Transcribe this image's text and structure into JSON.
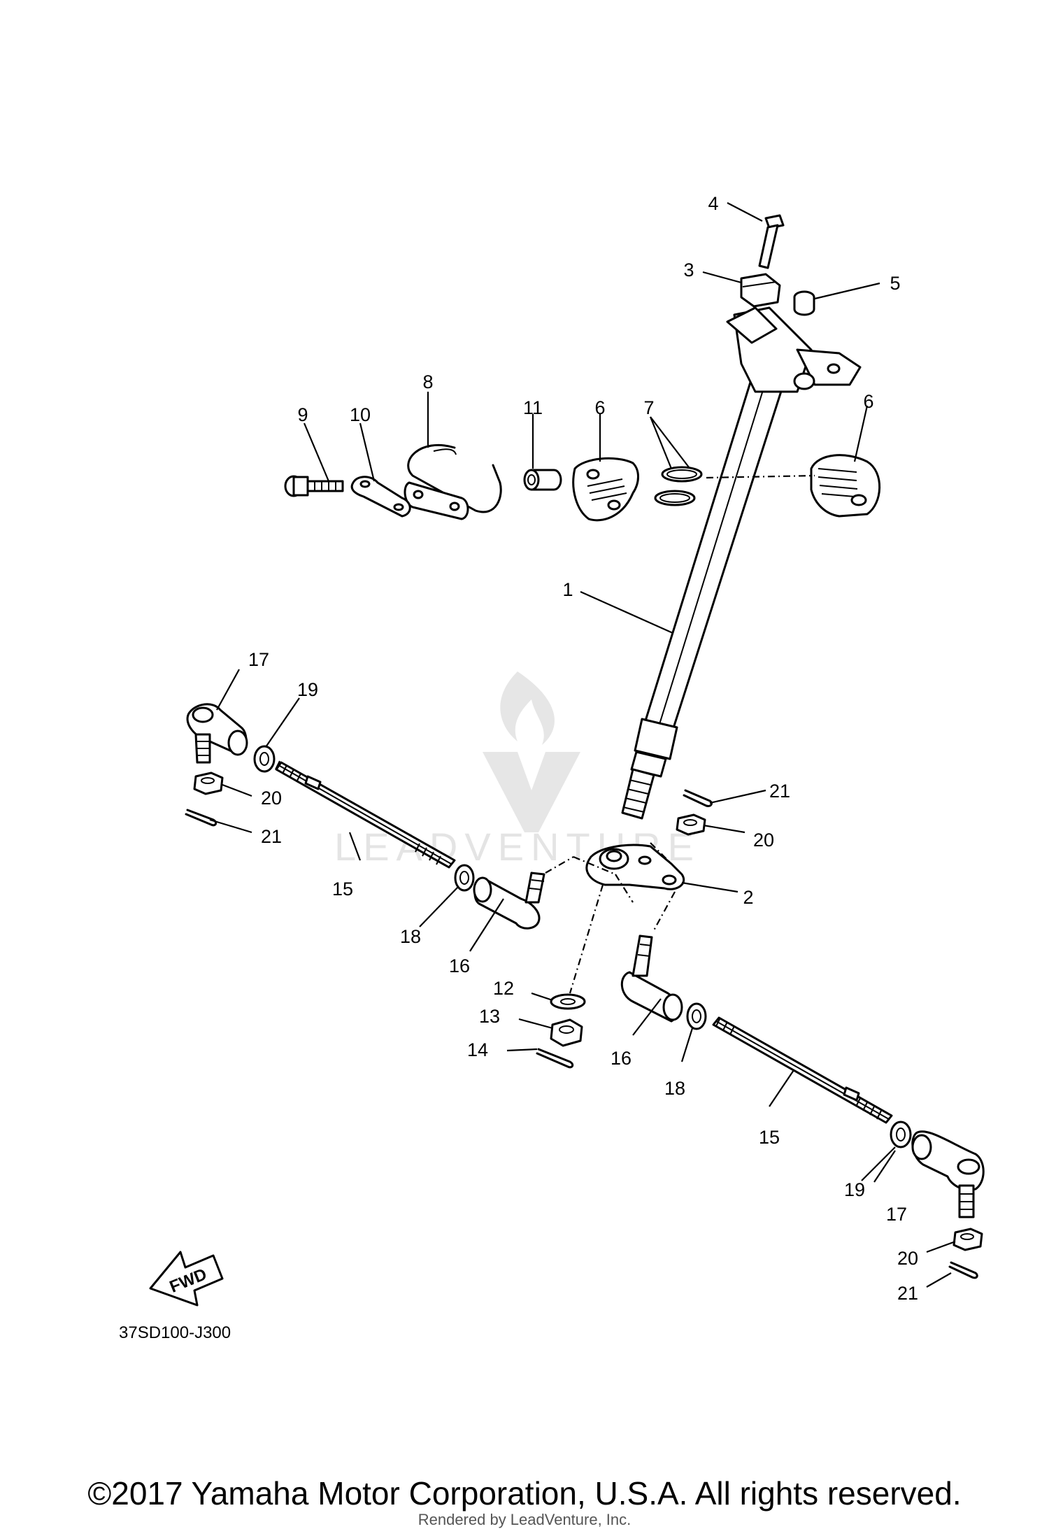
{
  "diagram": {
    "callouts": {
      "c1": "1",
      "c2": "2",
      "c3": "3",
      "c4": "4",
      "c5": "5",
      "c6a": "6",
      "c6b": "6",
      "c7": "7",
      "c8": "8",
      "c9": "9",
      "c10": "10",
      "c11": "11",
      "c12": "12",
      "c13": "13",
      "c14": "14",
      "c15a": "15",
      "c15b": "15",
      "c16a": "16",
      "c16b": "16",
      "c17a": "17",
      "c17b": "17",
      "c18a": "18",
      "c18b": "18",
      "c19a": "19",
      "c19b": "19",
      "c20a": "20",
      "c20b": "20",
      "c20c": "20",
      "c21a": "21",
      "c21b": "21",
      "c21c": "21"
    },
    "fwd_label": "FWD",
    "reference_code": "37SD100-J300",
    "watermark": "LEADVENTURE"
  },
  "footer": {
    "copyright": "©2017 Yamaha Motor Corporation, U.S.A. All rights reserved.",
    "rendered_by": "Rendered by LeadVenture, Inc."
  }
}
